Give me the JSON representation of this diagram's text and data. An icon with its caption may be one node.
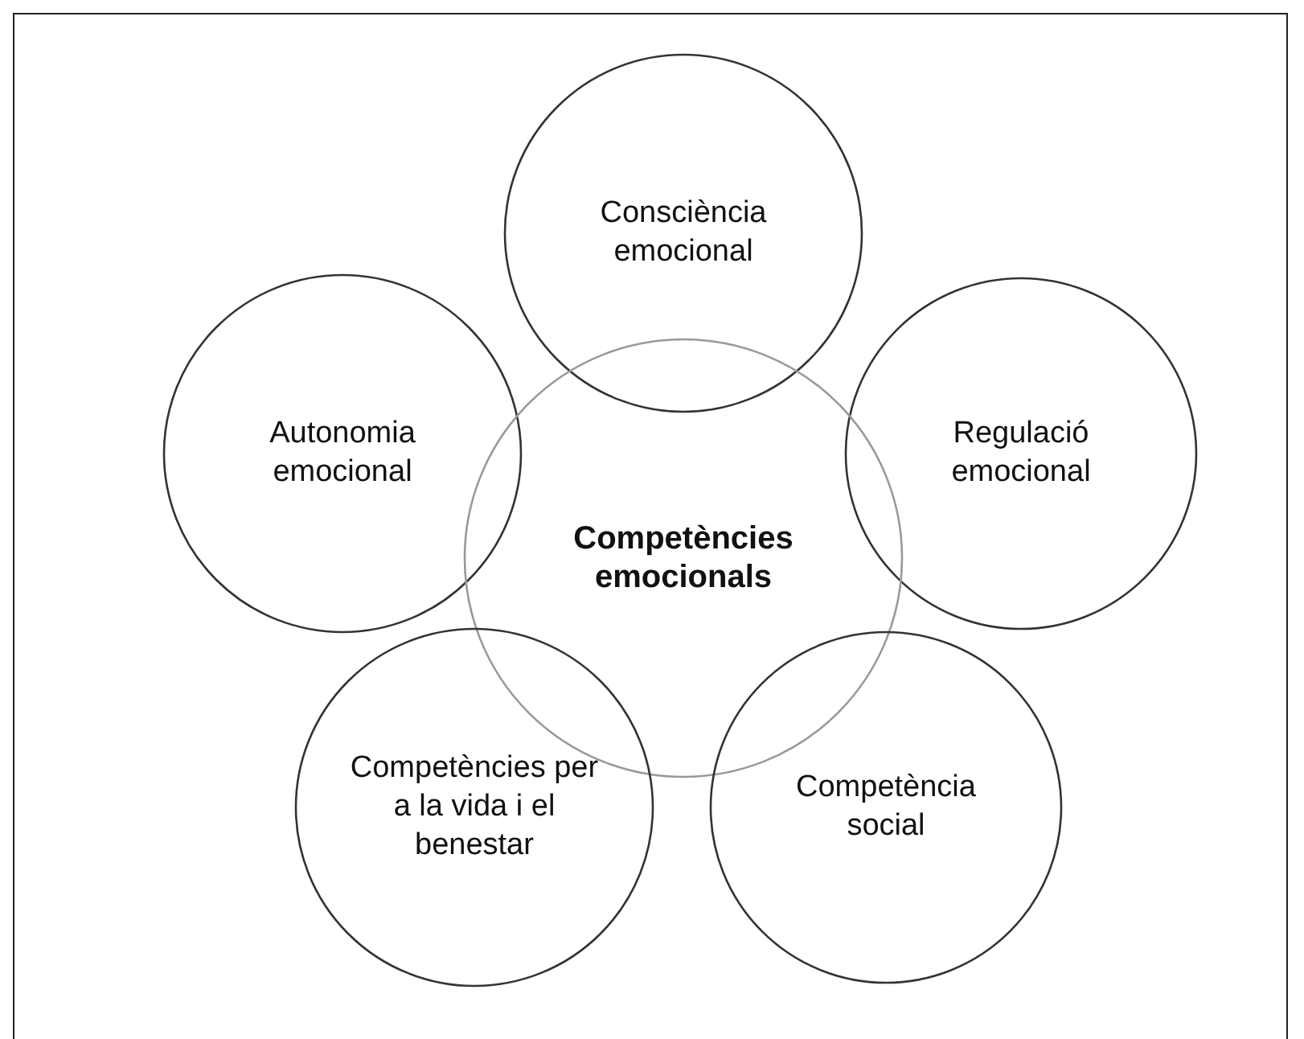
{
  "diagram": {
    "nodes": [
      {
        "text": [
          "Consciència emocional"
        ]
      },
      {
        "text": [
          "Autonomia emocional"
        ]
      },
      {
        "text": [
          "Regulació emocional"
        ]
      },
      {
        "text": [
          "Competències emocionals"
        ]
      },
      {
        "text": [
          "Competències per a la vida i el benestar"
        ]
      },
      {
        "text": [
          "Competència social"
        ]
      }
    ],
    "edges": []
  }
}
